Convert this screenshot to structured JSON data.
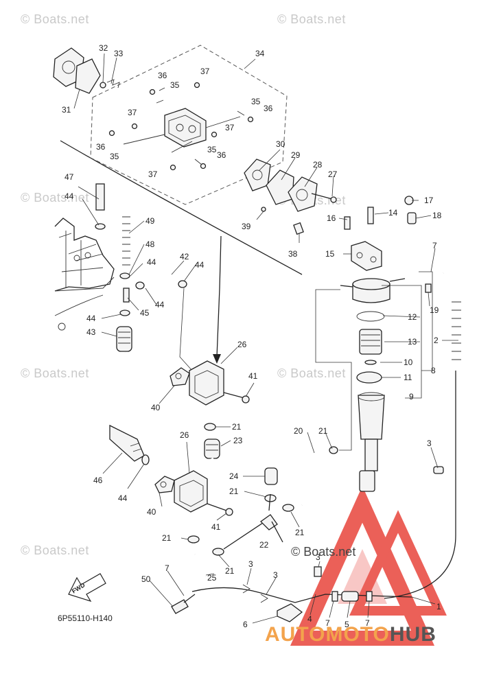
{
  "watermark": "© Boats.net",
  "diagram_code": "6P55110-H140",
  "fwd_label": "FWD",
  "brand": {
    "part1": "AUTOMOTO",
    "part2": "HUB",
    "color1": "#f3a34c",
    "color2": "#555555",
    "logo_color": "#e8453c"
  },
  "callouts": [
    {
      "n": "1"
    },
    {
      "n": "2"
    },
    {
      "n": "3"
    },
    {
      "n": "3"
    },
    {
      "n": "3"
    },
    {
      "n": "3"
    },
    {
      "n": "4"
    },
    {
      "n": "5"
    },
    {
      "n": "6"
    },
    {
      "n": "7"
    },
    {
      "n": "7"
    },
    {
      "n": "7"
    },
    {
      "n": "7"
    },
    {
      "n": "8"
    },
    {
      "n": "9"
    },
    {
      "n": "10"
    },
    {
      "n": "11"
    },
    {
      "n": "12"
    },
    {
      "n": "13"
    },
    {
      "n": "14"
    },
    {
      "n": "15"
    },
    {
      "n": "16"
    },
    {
      "n": "17"
    },
    {
      "n": "18"
    },
    {
      "n": "19"
    },
    {
      "n": "20"
    },
    {
      "n": "21"
    },
    {
      "n": "21"
    },
    {
      "n": "21"
    },
    {
      "n": "21"
    },
    {
      "n": "21"
    },
    {
      "n": "21"
    },
    {
      "n": "22"
    },
    {
      "n": "23"
    },
    {
      "n": "24"
    },
    {
      "n": "25"
    },
    {
      "n": "26"
    },
    {
      "n": "26"
    },
    {
      "n": "27"
    },
    {
      "n": "28"
    },
    {
      "n": "29"
    },
    {
      "n": "30"
    },
    {
      "n": "31"
    },
    {
      "n": "32"
    },
    {
      "n": "33"
    },
    {
      "n": "34"
    },
    {
      "n": "35"
    },
    {
      "n": "35"
    },
    {
      "n": "35"
    },
    {
      "n": "35"
    },
    {
      "n": "36"
    },
    {
      "n": "36"
    },
    {
      "n": "36"
    },
    {
      "n": "36"
    },
    {
      "n": "37"
    },
    {
      "n": "37"
    },
    {
      "n": "37"
    },
    {
      "n": "37"
    },
    {
      "n": "38"
    },
    {
      "n": "39"
    },
    {
      "n": "40"
    },
    {
      "n": "40"
    },
    {
      "n": "41"
    },
    {
      "n": "41"
    },
    {
      "n": "42"
    },
    {
      "n": "43"
    },
    {
      "n": "44"
    },
    {
      "n": "44"
    },
    {
      "n": "44"
    },
    {
      "n": "44"
    },
    {
      "n": "44"
    },
    {
      "n": "44"
    },
    {
      "n": "45"
    },
    {
      "n": "46"
    },
    {
      "n": "47"
    },
    {
      "n": "48"
    },
    {
      "n": "49"
    },
    {
      "n": "50"
    }
  ]
}
